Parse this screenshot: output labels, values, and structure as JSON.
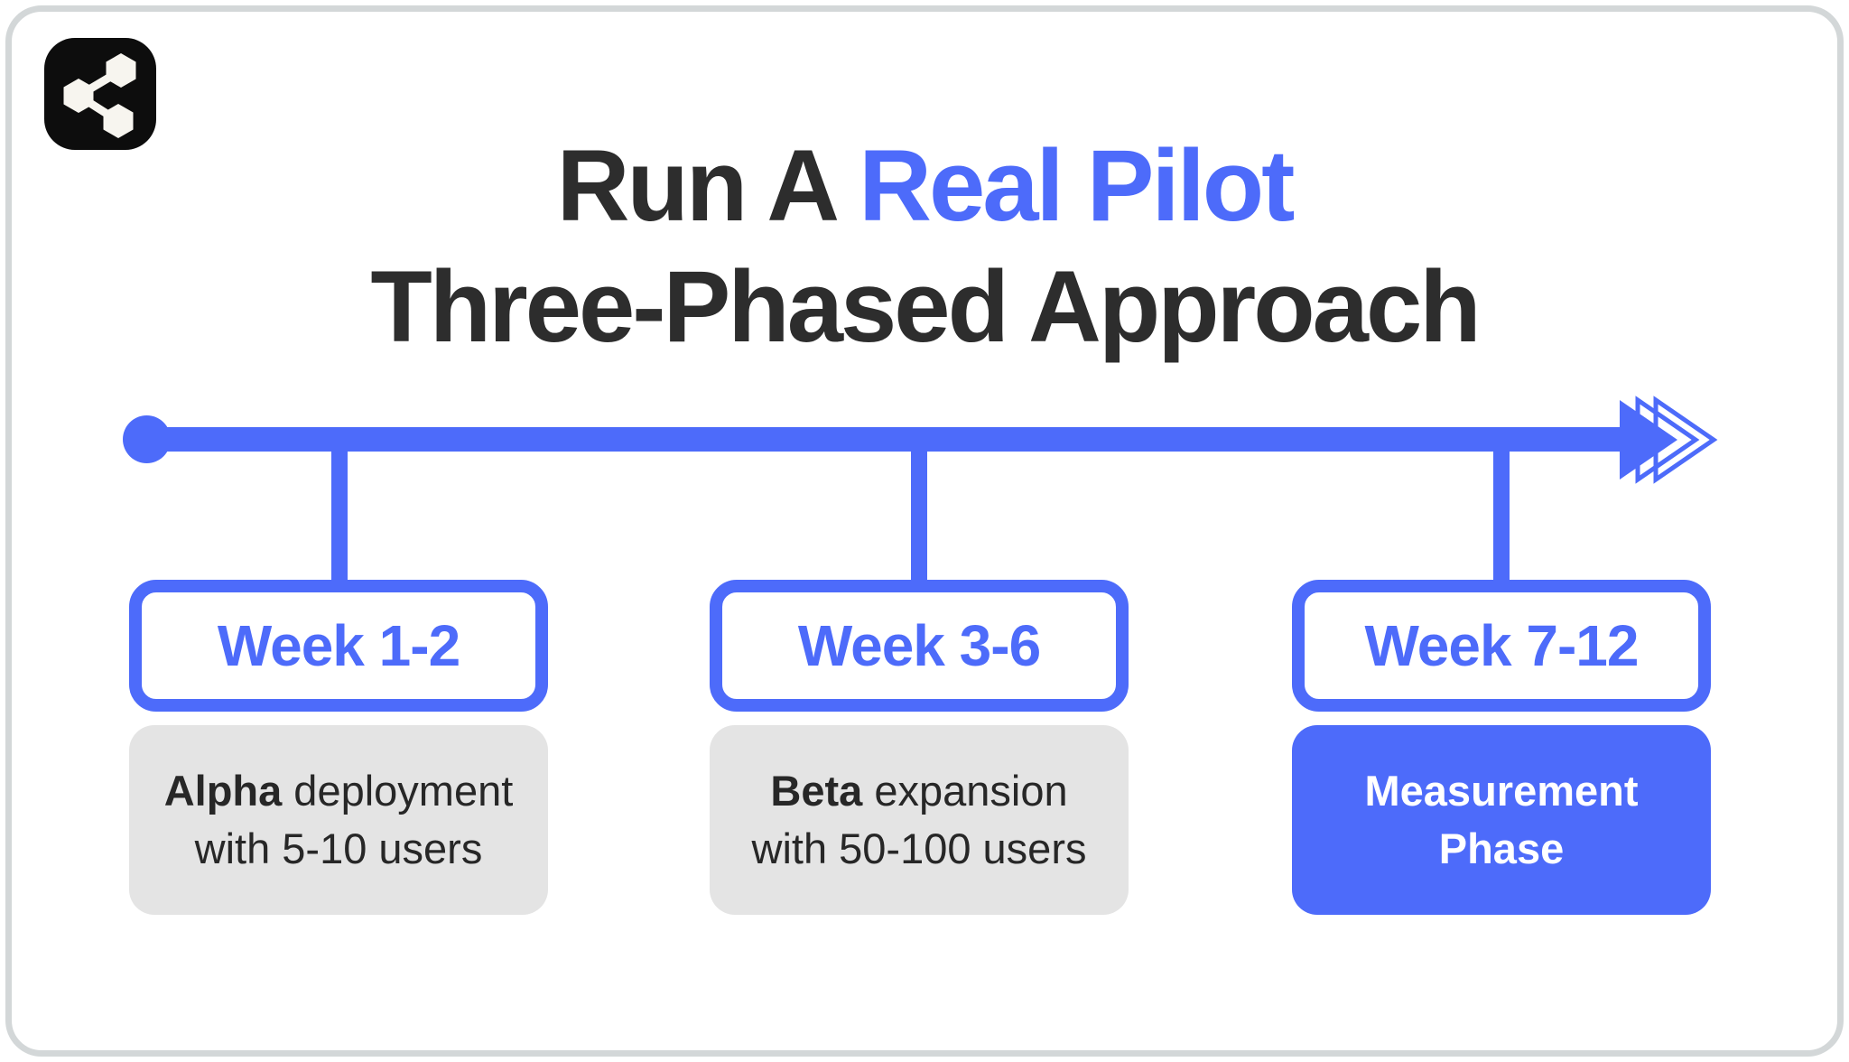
{
  "title": {
    "prefix": "Run A ",
    "highlight": "Real Pilot",
    "line2": "Three-Phased Approach"
  },
  "logo": {
    "icon": "share-network-icon"
  },
  "timeline": {
    "phases": [
      {
        "week_label": "Week 1-2",
        "desc_bold": "Alpha",
        "desc_rest": " deployment",
        "desc_line2": "with 5-10 users",
        "variant": "gray"
      },
      {
        "week_label": "Week 3-6",
        "desc_bold": "Beta",
        "desc_rest": " expansion",
        "desc_line2": "with 50-100 users",
        "variant": "gray"
      },
      {
        "week_label": "Week 7-12",
        "desc_bold": "Measurement",
        "desc_rest": "",
        "desc_line2": "Phase",
        "variant": "blue"
      }
    ]
  },
  "colors": {
    "accent_blue": "#4D6BFA",
    "title_dark": "#2D2D2D",
    "gray_box": "#E4E4E4",
    "card_border": "#D3D7D8",
    "icon_bg": "#0D0D0D",
    "icon_glyph": "#F7F5EF",
    "background": "#FFFFFF"
  }
}
